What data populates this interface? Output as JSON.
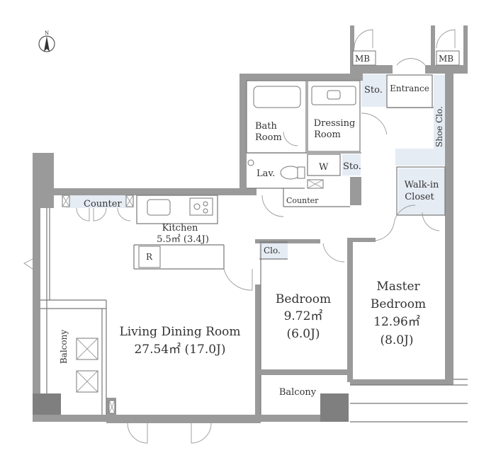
{
  "compass": {
    "label": "N"
  },
  "rooms": {
    "living": {
      "name": "Living Dining Room",
      "area": "27.54㎡ (17.0J)"
    },
    "kitchen": {
      "name": "Kitchen",
      "area": "5.5㎡ (3.4J)"
    },
    "bedroom": {
      "name": "Bedroom",
      "area": "9.72㎡",
      "tatami": "(6.0J)"
    },
    "master": {
      "name1": "Master",
      "name2": "Bedroom",
      "area": "12.96㎡",
      "tatami": "(8.0J)"
    },
    "bath": {
      "name1": "Bath",
      "name2": "Room"
    },
    "dressing": {
      "name1": "Dressing",
      "name2": "Room"
    },
    "walkin": {
      "name1": "Walk-in",
      "name2": "Closet"
    },
    "entrance": {
      "name": "Entrance"
    },
    "shoe": {
      "name": "Shoe Clo."
    },
    "lav": {
      "name": "Lav."
    },
    "w": {
      "name": "W"
    },
    "sto1": {
      "name": "Sto."
    },
    "sto2": {
      "name": "Sto."
    },
    "mb1": {
      "name": "MB"
    },
    "mb2": {
      "name": "MB"
    },
    "counter1": {
      "name": "Counter"
    },
    "counter2": {
      "name": "Counter"
    },
    "r": {
      "name": "R"
    },
    "clo": {
      "name": "Clo."
    },
    "balcony_left": {
      "name": "Balcony"
    },
    "balcony_bottom": {
      "name": "Balcony"
    }
  },
  "colors": {
    "wall": "#9a9a9a",
    "storage": "#e6ecf4",
    "line": "#777777"
  }
}
